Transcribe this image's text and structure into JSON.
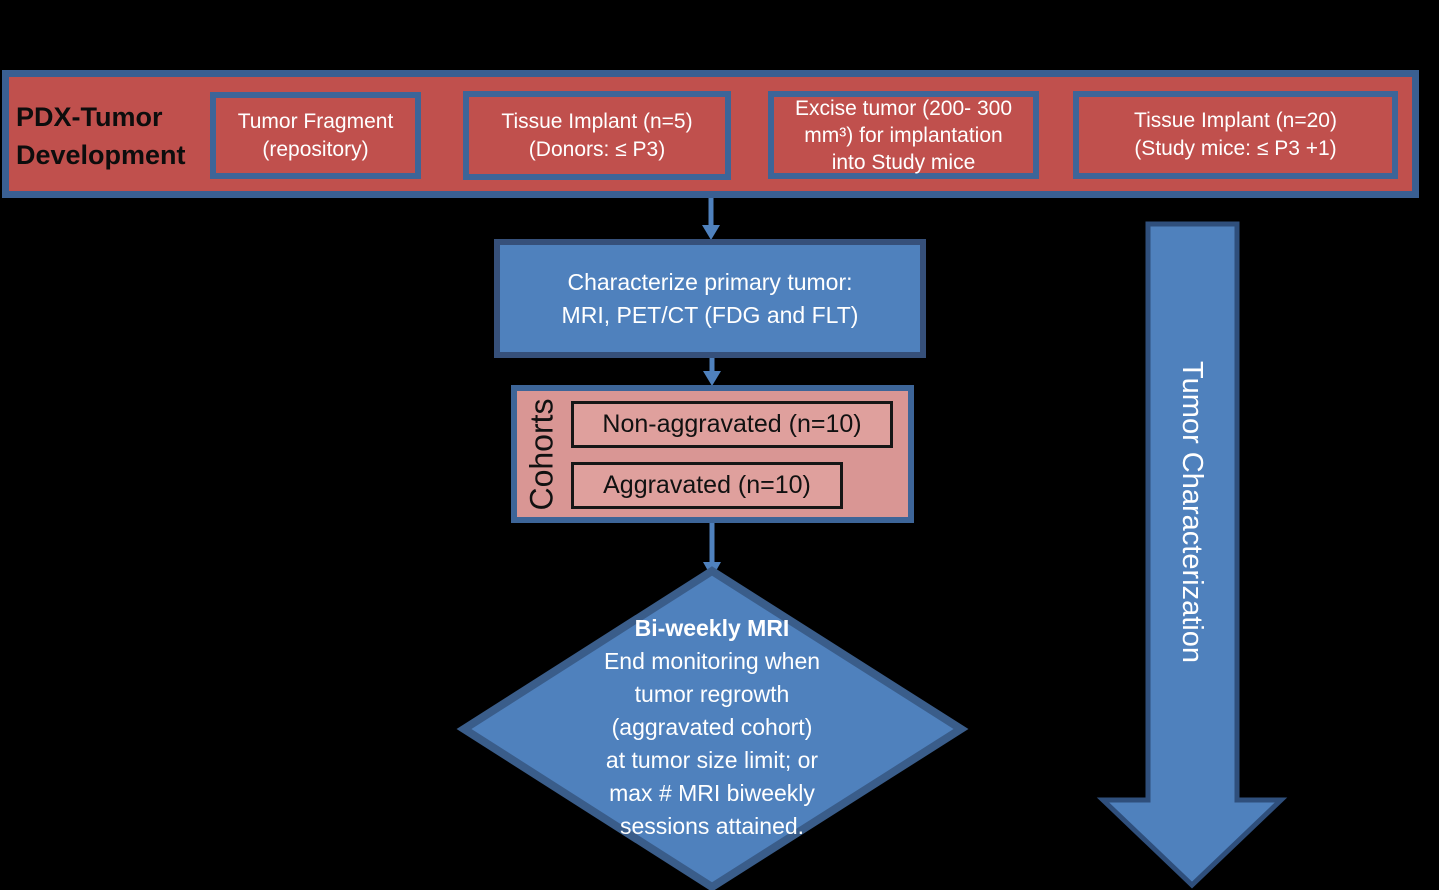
{
  "colors": {
    "background": "#000000",
    "red_fill": "#c0504d",
    "pink_fill": "#d99694",
    "pink_inner_fill": "#dfa09d",
    "blue_fill": "#4f81bd",
    "steel_border": "#3d6598",
    "dark_blue_border": "#36507a",
    "connector_blue": "#4f81bd"
  },
  "banner": {
    "title_line1": "PDX-Tumor",
    "title_line2": "Development",
    "boxes": [
      {
        "lines": [
          "Tumor Fragment",
          "(repository)"
        ]
      },
      {
        "lines": [
          "Tissue Implant (n=5)",
          "(Donors: ≤ P3)"
        ]
      },
      {
        "lines": [
          "Excise tumor (200- 300",
          "mm³) for implantation",
          "into Study mice"
        ]
      },
      {
        "lines": [
          "Tissue Implant (n=20)",
          "(Study mice: ≤ P3 +1)"
        ]
      }
    ]
  },
  "characterize_box": {
    "lines": [
      "Characterize primary tumor:",
      "MRI, PET/CT (FDG and FLT)"
    ]
  },
  "cohorts": {
    "label": "Cohorts",
    "items": [
      {
        "label": "Non-aggravated (n=10)"
      },
      {
        "label": "Aggravated (n=10)"
      }
    ]
  },
  "decision_diamond": {
    "title": "Bi-weekly MRI",
    "lines": [
      "End monitoring when",
      "tumor regrowth",
      "(aggravated cohort)",
      "at tumor size limit; or",
      "max # MRI biweekly",
      "sessions attained."
    ]
  },
  "side_arrow": {
    "label": "Tumor Characterization"
  }
}
